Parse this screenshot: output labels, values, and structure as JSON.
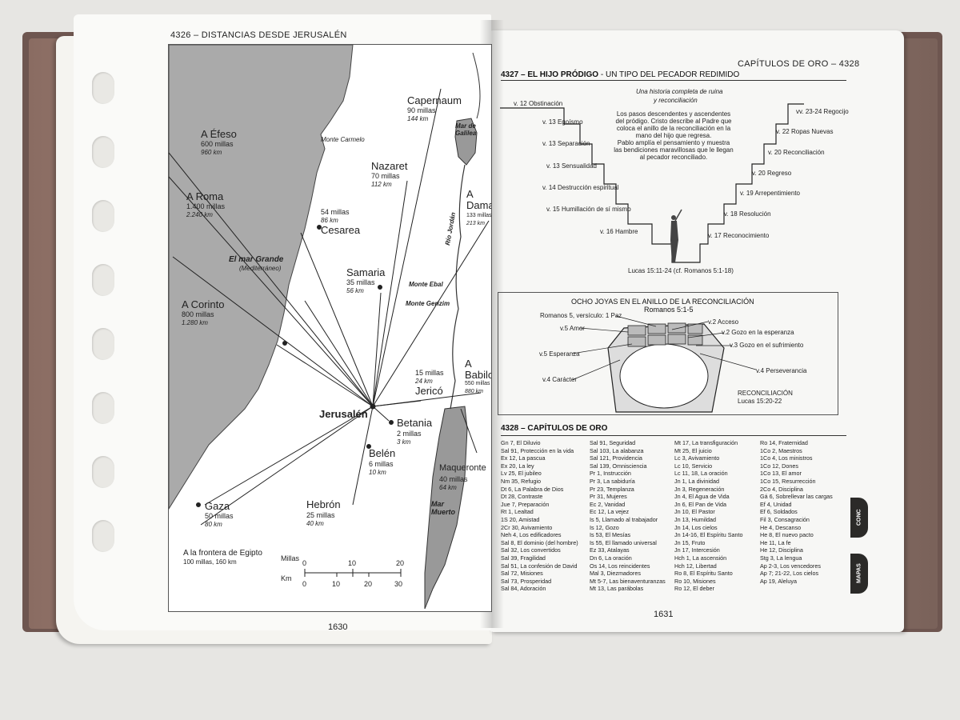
{
  "left_page": {
    "header": "4326 – DISTANCIAS DESDE JERUSALÉN",
    "page_number": "1630",
    "map": {
      "cities": [
        {
          "name": "A Éfeso",
          "l1": "600 millas",
          "l2": "960 km"
        },
        {
          "name": "A Roma",
          "l1": "1.400 millas",
          "l2": "2.240 km"
        },
        {
          "name": "A Corinto",
          "l1": "800 millas",
          "l2": "1.280 km"
        },
        {
          "name": "Gaza",
          "l1": "50 millas",
          "l2": "80 km"
        },
        {
          "name": "Cesarea",
          "l1": "54 millas",
          "l2": "86 km"
        },
        {
          "name": "Samaria",
          "l1": "35 millas",
          "l2": "56 km"
        },
        {
          "name": "Nazaret",
          "l1": "70 millas",
          "l2": "112 km"
        },
        {
          "name": "Capernaum",
          "l1": "90 millas",
          "l2": "144 km"
        },
        {
          "name": "A Damasco",
          "l1": "133 millas",
          "l2": "213 km"
        },
        {
          "name": "A Babilonia",
          "l1": "550 millas",
          "l2": "880 km"
        },
        {
          "name": "Jericó",
          "l1": "15 millas",
          "l2": "24 km"
        },
        {
          "name": "Betania",
          "l1": "2 millas",
          "l2": "3 km"
        },
        {
          "name": "Belén",
          "l1": "6 millas",
          "l2": "10 km"
        },
        {
          "name": "Hebrón",
          "l1": "25 millas",
          "l2": "40 km"
        },
        {
          "name": "Maqueronte",
          "l1": "40 millas",
          "l2": "64 km"
        }
      ],
      "center": "Jerusalén",
      "sea_name": "El mar Grande",
      "sea_sub": "(Mediterráneo)",
      "carmelo": "Monte Carmelo",
      "galilee": "Mar de Galilea",
      "dead_sea": "Mar Muerto",
      "jordan": "Río Jordán",
      "ebal": "Monte Ebal",
      "gerizim": "Monte Gerizim",
      "egypt": "A la frontera de Egipto",
      "egypt_dist": "100 millas, 160 km",
      "scale_millas": "Millas",
      "scale_km": "Km",
      "scale_m": [
        "0",
        "10",
        "20"
      ],
      "scale_k": [
        "0",
        "10",
        "20",
        "30"
      ]
    }
  },
  "right_page": {
    "header_right": "CAPÍTULOS DE ORO – 4328",
    "page_number": "1631",
    "prodigal": {
      "title_bold": "4327 – EL HIJO PRÓDIGO",
      "title_rest": " - UN TIPO DEL PECADOR REDIMIDO",
      "subtitle1": "Una historia completa de ruina",
      "subtitle2": "y reconciliación",
      "desc": [
        "Los pasos descendentes y ascendentes",
        "del pródigo. Cristo describe al Padre que",
        "coloca el anillo de la reconciliación en la",
        "mano del hijo que regresa.",
        "Pablo amplía el pensamiento y muestra",
        "las bendiciones maravillosas que le llegan",
        "al pecador reconciliado."
      ],
      "down_steps": [
        "v. 12 Obstinación",
        "v. 13 Egoísmo",
        "v. 13 Separación",
        "v. 13 Sensualidad",
        "v. 14 Destrucción espiritual",
        "v. 15 Humillación de sí mismo",
        "v. 16 Hambre"
      ],
      "up_steps": [
        "vv. 23-24 Regocijo",
        "v. 22 Ropas Nuevas",
        "v. 20 Reconciliación",
        "v. 20 Regreso",
        "v. 19 Arrepentimiento",
        "v. 18 Resolución",
        "v. 17 Reconocimiento"
      ],
      "ref": "Lucas 15:11-24 (cf. Romanos 5:1-18)"
    },
    "jewels": {
      "title": "OCHO JOYAS EN EL ANILLO DE LA RECONCILIACIÓN",
      "ref": "Romanos 5:1-5",
      "left_labels": [
        "Romanos 5, versículo: 1 Paz",
        "v.5 Amor",
        "v.5 Esperanza",
        "v.4 Carácter"
      ],
      "right_labels": [
        "v.2 Acceso",
        "v.2 Gozo en la esperanza",
        "v.3 Gozo en el sufrimiento",
        "v.4 Perseverancia"
      ],
      "caption1": "RECONCILIACIÓN",
      "caption2": "Lucas 15:20-22"
    },
    "golden": {
      "title": "4328 – CAPÍTULOS DE ORO",
      "columns": [
        [
          "Gn 7, El Diluvio",
          "Sal 91, Protección en la vida",
          "Ex 12, La pascua",
          "Ex 20, La ley",
          "Lv 25, El jubileo",
          "Nm 35, Refugio",
          "Dt 6, La Palabra de Dios",
          "Dt 28, Contraste",
          "Jue 7, Preparación",
          "Rt 1, Lealtad",
          "1S 20, Amistad",
          "2Cr 30, Avivamiento",
          "Neh 4, Los edificadores",
          "Sal 8, El dominio (del hombre)",
          "Sal 32, Los convertidos",
          "Sal 39, Fragilidad",
          "Sal 51, La confesión de David",
          "Sal 72, Misiones",
          "Sal 73, Prosperidad",
          "Sal 84, Adoración"
        ],
        [
          "Sal 91, Seguridad",
          "Sal 103, La alabanza",
          "Sal 121, Providencia",
          "Sal 139, Omnisciencia",
          "Pr 1, Instrucción",
          "Pr 3, La sabiduría",
          "Pr 23, Templanza",
          "Pr 31, Mujeres",
          "Ec 2, Vanidad",
          "Ec 12, La vejez",
          "Is 5, Llamado al trabajador",
          "Is 12, Gozo",
          "Is 53, El Mesías",
          "Is 55, El llamado universal",
          "Ez 33, Atalayas",
          "Dn 6, La oración",
          "Os 14, Los reincidentes",
          "Mal 3, Diezmadores",
          "Mt 5-7, Las bienaventuranzas",
          "Mt 13, Las parábolas"
        ],
        [
          "Mt 17, La transfiguración",
          "Mt 25, El juicio",
          "Lc 3, Avivamiento",
          "Lc 10, Servicio",
          "Lc 11, 18, La oración",
          "Jn 1, La divinidad",
          "Jn 3, Regeneración",
          "Jn 4, El Agua de Vida",
          "Jn 6, El Pan de Vida",
          "Jn 10, El Pastor",
          "Jn 13, Humildad",
          "Jn 14, Los cielos",
          "Jn 14-16, El Espíritu Santo",
          "Jn 15, Fruto",
          "Jn 17, Intercesión",
          "Hch 1, La ascensión",
          "Hch 12, Libertad",
          "Ro 8, El Espíritu Santo",
          "Ro 10, Misiones",
          "Ro 12, El deber"
        ],
        [
          "Ro 14, Fraternidad",
          "1Co 2, Maestros",
          "1Co 4, Los ministros",
          "1Co 12, Dones",
          "1Co 13, El amor",
          "1Co 15, Resurrección",
          "2Co 4, Disciplina",
          "Gá 6, Sobrellevar las cargas",
          "Ef 4, Unidad",
          "Ef 6, Soldados",
          "Fil 3, Consagración",
          "He 4, Descanso",
          "He 8, El nuevo pacto",
          "He 11, La fe",
          "He 12, Disciplina",
          "Stg 3, La lengua",
          "Ap 2-3, Los vencedores",
          "Ap 7; 21-22, Los cielos",
          "Ap 19, Aleluya",
          ""
        ]
      ]
    },
    "side_tabs": [
      "CONC",
      "MAPAS"
    ]
  }
}
